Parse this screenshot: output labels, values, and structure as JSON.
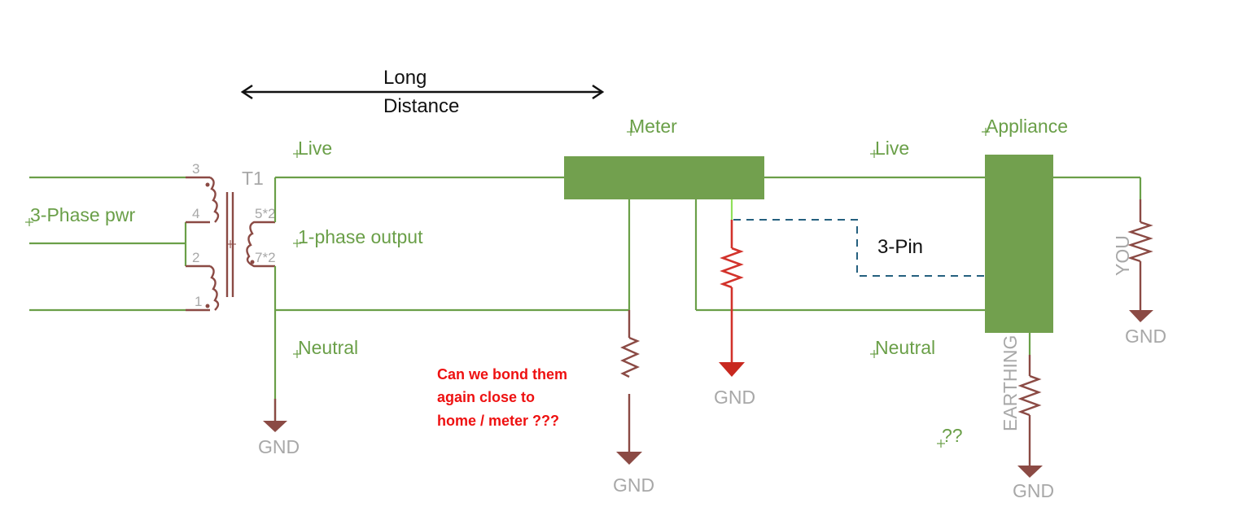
{
  "diagram": {
    "type": "electrical-schematic",
    "colors": {
      "wire": "#6a9f48",
      "component": "#8b4a44",
      "highlight_component": "#d2322b",
      "block_fill": "#72a04e",
      "dashed_link": "#25607f",
      "annotation_red": "#ee1111",
      "label_gray": "#a8a8a8"
    },
    "annotations": {
      "distance_line1": "Long",
      "distance_line2": "Distance",
      "question_line1": "Can we bond  them",
      "question_line2": "again close to",
      "question_line3": "home  / meter ???",
      "three_pin": "3-Pin",
      "unknown": "??"
    },
    "net_labels": {
      "input": "3-Phase pwr",
      "live_left": "Live",
      "output": "1-phase output",
      "neutral_left": "Neutral",
      "meter": "Meter",
      "live_right": "Live",
      "neutral_right": "Neutral",
      "appliance": "Appliance"
    },
    "transformer": {
      "name": "T1",
      "primary_pins": [
        "3",
        "4",
        "2",
        "1"
      ],
      "secondary_pins": [
        "5*2",
        "7*2"
      ]
    },
    "resistors": {
      "you": "YOU",
      "earthing": "EARTHING"
    },
    "grounds": {
      "label": "GND"
    }
  }
}
